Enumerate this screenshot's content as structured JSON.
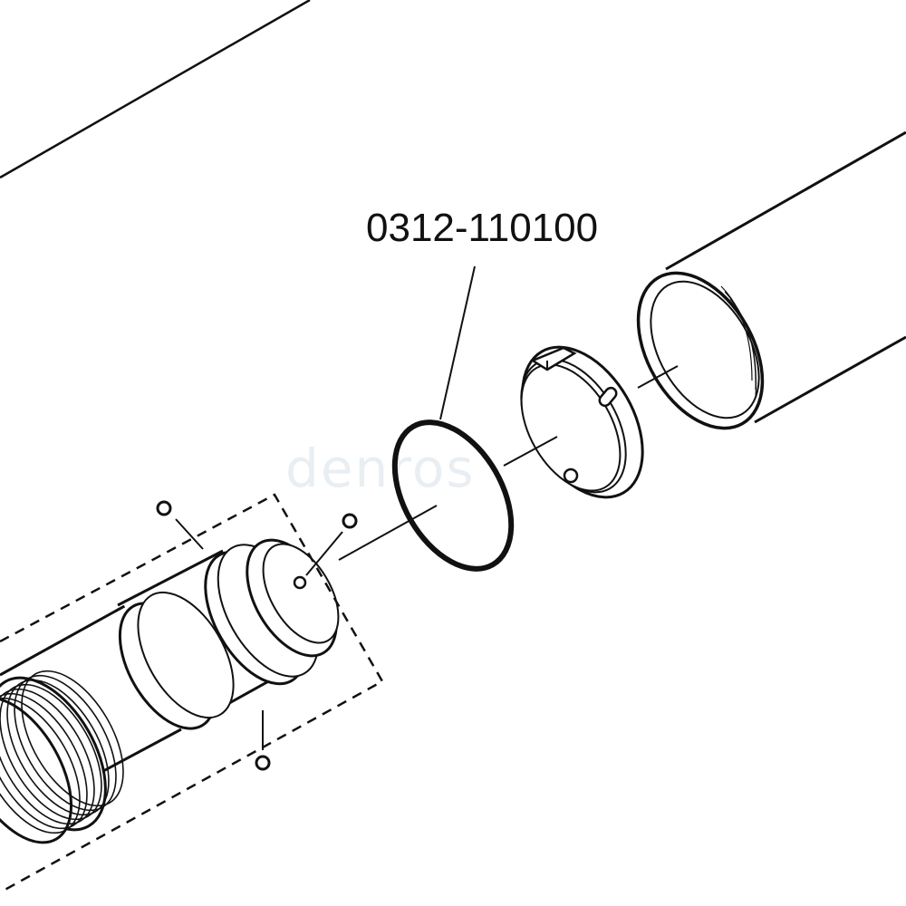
{
  "diagram": {
    "part_number_label": "0312-110100",
    "watermark_text": "denros",
    "line_color": "#111111",
    "background_color": "#ffffff",
    "watermark_color": "#e9eef3",
    "parts": [
      "outer-tube",
      "split-ring",
      "o-ring",
      "piston-assembly",
      "small-o-ring-top-left",
      "small-o-ring-top-right",
      "small-o-ring-bottom"
    ],
    "hidden_parts_box": "dashed"
  }
}
